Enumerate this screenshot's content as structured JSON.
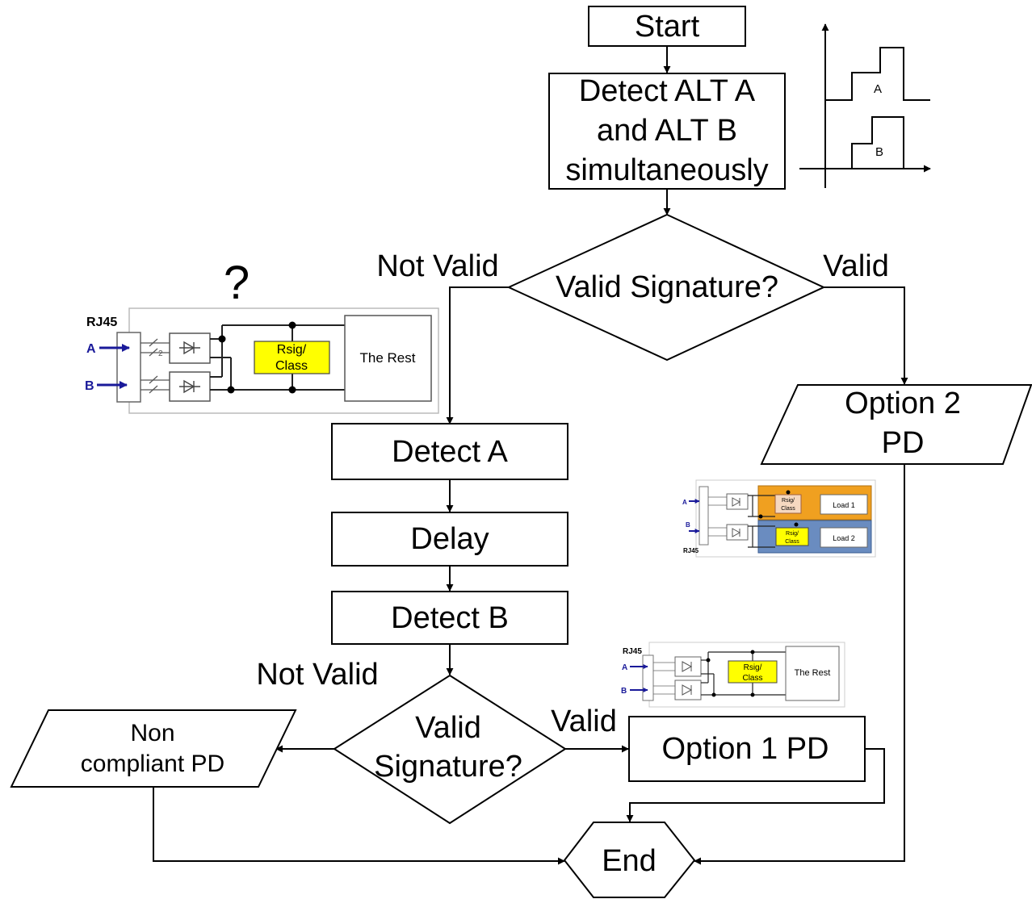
{
  "flow": {
    "start": "Start",
    "detect_both_1": "Detect ALT A",
    "detect_both_2": "and ALT B",
    "detect_both_3": "simultaneously",
    "decision1": "Valid Signature?",
    "not_valid_1": "Not Valid",
    "valid_1": "Valid",
    "option2_line1": "Option 2",
    "option2_line2": "PD",
    "detect_a": "Detect A",
    "delay": "Delay",
    "detect_b": "Detect B",
    "decision2_line1": "Valid",
    "decision2_line2": "Signature?",
    "not_valid_2": "Not Valid",
    "valid_2": "Valid",
    "option1": "Option 1 PD",
    "noncompliant_line1": "Non",
    "noncompliant_line2": "compliant PD",
    "end": "End",
    "question_mark": "?"
  },
  "waveform": {
    "label_a": "A",
    "label_b": "B"
  },
  "circuit_large": {
    "connector": "RJ45",
    "input_a": "A",
    "input_b": "B",
    "pin_label": "2",
    "rsig_line1": "Rsig/",
    "rsig_line2": "Class",
    "rest": "The Rest"
  },
  "circuit_option2": {
    "connector": "RJ45",
    "input_a": "A",
    "input_b": "B",
    "rsig_line1": "Rsig/",
    "rsig_line2": "Class",
    "load1": "Load 1",
    "load2": "Load 2"
  },
  "circuit_option1": {
    "connector": "RJ45",
    "input_a": "A",
    "input_b": "B",
    "rsig_line1": "Rsig/",
    "rsig_line2": "Class",
    "rest": "The Rest"
  },
  "colors": {
    "line": "#000000",
    "rsig_fill": "#ffff00",
    "arrow_blue": "#1a1a9a",
    "load1_fill": "#f0a020",
    "load2_fill": "#6a8cc0"
  }
}
